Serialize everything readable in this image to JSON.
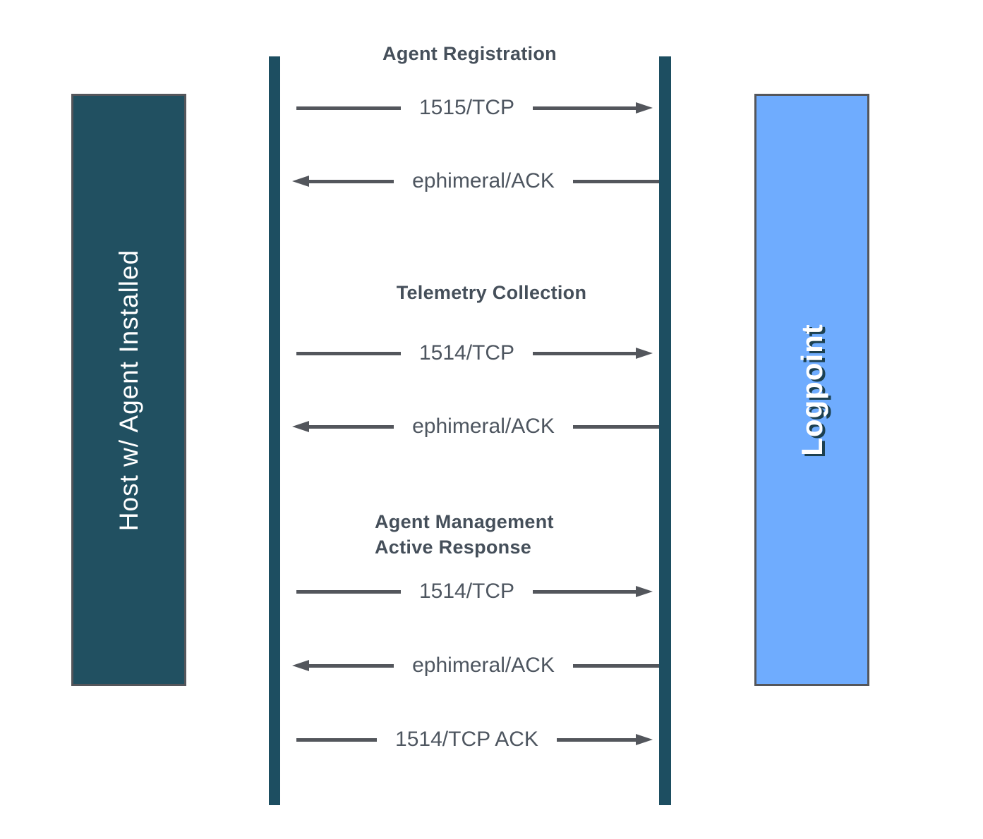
{
  "actors": {
    "host": {
      "label": "Host w/ Agent Installed"
    },
    "logpoint": {
      "label": "Logpoint"
    }
  },
  "sections": [
    {
      "title": "Agent Registration",
      "messages": [
        {
          "label": "1515/TCP",
          "direction": "right"
        },
        {
          "label": "ephimeral/ACK",
          "direction": "left"
        }
      ]
    },
    {
      "title": "Telemetry Collection",
      "messages": [
        {
          "label": "1514/TCP",
          "direction": "right"
        },
        {
          "label": "ephimeral/ACK",
          "direction": "left"
        }
      ]
    },
    {
      "title_lines": [
        "Agent Management",
        "Active Response"
      ],
      "messages": [
        {
          "label": "1514/TCP",
          "direction": "right"
        },
        {
          "label": "ephimeral/ACK",
          "direction": "left"
        },
        {
          "label": "1514/TCP ACK",
          "direction": "right"
        }
      ]
    }
  ],
  "colors": {
    "host_box": "#215061",
    "logpoint_box": "#6FACFE",
    "box_border": "#54565B",
    "lifeline": "#1D4E61",
    "arrow": "#53565C",
    "label_text": "#4E5660",
    "title_text": "#454F5A",
    "host_label_text": "#FFFFFF",
    "logpoint_label_text": "#FFFFFF",
    "logpoint_label_shadow": "#1C4050"
  }
}
